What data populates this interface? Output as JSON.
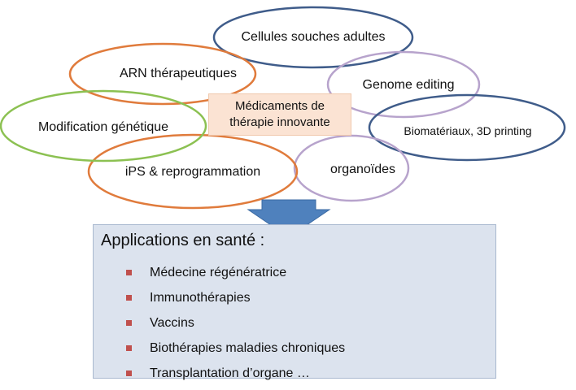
{
  "ellipses": {
    "cellules": {
      "label": "Cellules souches adultes",
      "color": "#3f5c8a"
    },
    "arn": {
      "label": "ARN thérapeutiques",
      "color": "#e07b3c"
    },
    "genome": {
      "label": "Genome editing",
      "color": "#b7a3cc"
    },
    "modification": {
      "label": "Modification génétique",
      "color": "#8cc152"
    },
    "biomateriaux": {
      "label": "Biomatériaux, 3D printing",
      "color": "#3f5c8a"
    },
    "ips": {
      "label": "iPS & reprogrammation",
      "color": "#e07b3c"
    },
    "organoides": {
      "label": "organoïdes",
      "color": "#b7a3cc"
    }
  },
  "center": {
    "line1": "Médicaments de",
    "line2": "thérapie innovante",
    "fill": "#fbe3d3"
  },
  "arrow": {
    "color": "#4f81bd"
  },
  "applications": {
    "title": "Applications en santé :",
    "fill": "#dce3ee",
    "bullet_color": "#c0504d",
    "items": [
      "Médecine régénératrice",
      "Immunothérapies",
      "Vaccins",
      "Biothérapies maladies chroniques",
      "Transplantation d’organe …"
    ]
  }
}
